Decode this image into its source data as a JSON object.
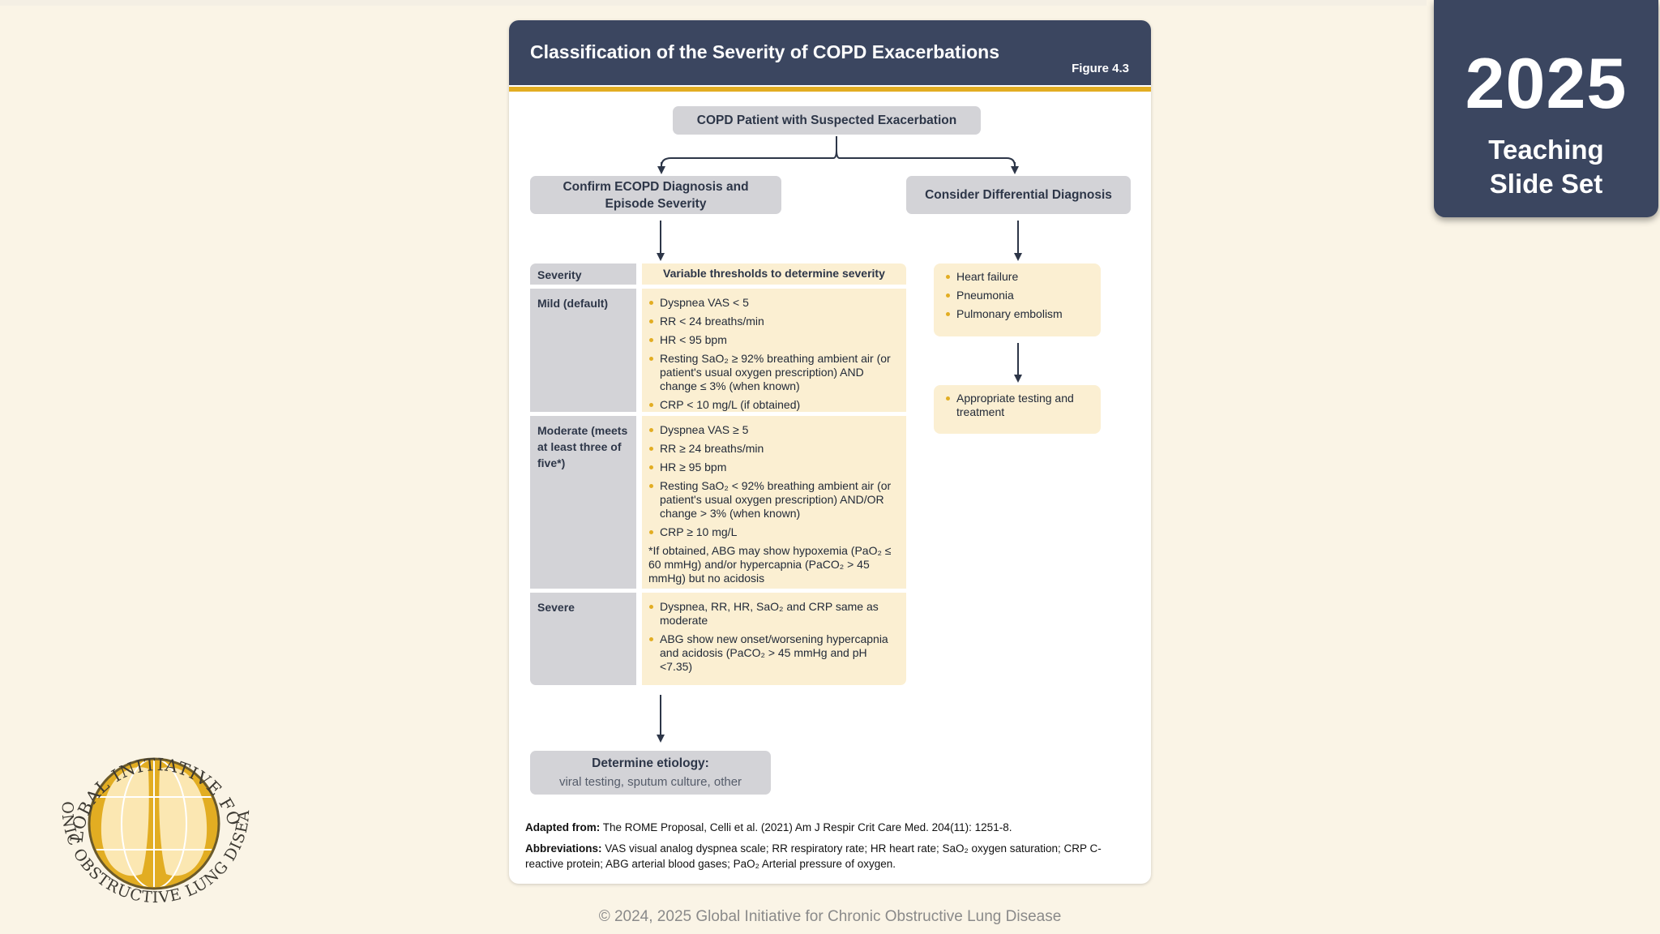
{
  "badge": {
    "year": "2025",
    "line1": "Teaching",
    "line2": "Slide Set"
  },
  "card": {
    "title": "Classification of the Severity of COPD Exacerbations",
    "figure": "Figure 4.3"
  },
  "flow": {
    "top": "COPD Patient with Suspected Exacerbation",
    "left_branch": "Confirm ECOPD Diagnosis and Episode Severity",
    "right_branch": "Consider Differential Diagnosis",
    "etiology_title": "Determine etiology:",
    "etiology_sub": "viral testing, sputum culture, other"
  },
  "table": {
    "header_left": "Severity",
    "header_right": "Variable thresholds to determine severity",
    "mild": {
      "label": "Mild (default)",
      "items": [
        "Dyspnea VAS < 5",
        "RR < 24 breaths/min",
        "HR < 95 bpm",
        "Resting SaO₂ ≥ 92% breathing ambient air (or patient's usual oxygen prescription) AND change ≤ 3% (when known)",
        "CRP < 10 mg/L (if obtained)"
      ]
    },
    "moderate": {
      "label": "Moderate (meets at least three of five*)",
      "items": [
        "Dyspnea VAS ≥ 5",
        "RR ≥ 24 breaths/min",
        "HR ≥ 95 bpm",
        "Resting SaO₂ < 92% breathing ambient air (or patient's usual oxygen prescription) AND/OR change > 3% (when known)",
        "CRP ≥ 10 mg/L"
      ],
      "note": "*If obtained, ABG may show hypoxemia (PaO₂ ≤ 60 mmHg) and/or hypercapnia (PaCO₂ > 45 mmHg) but no acidosis"
    },
    "severe": {
      "label": "Severe",
      "items": [
        "Dyspnea, RR, HR, SaO₂ and CRP same as moderate",
        "ABG show new onset/worsening hypercapnia and acidosis (PaCO₂ > 45 mmHg and pH <7.35)"
      ]
    }
  },
  "differential": {
    "items": [
      "Heart failure",
      "Pneumonia",
      "Pulmonary embolism"
    ],
    "followup": "Appropriate testing and treatment"
  },
  "footer": {
    "adapted_label": "Adapted from:",
    "adapted_text": " The ROME Proposal, Celli et al. (2021) Am J Respir Crit Care Med. 204(11): 1251-8.",
    "abbrev_label": "Abbreviations:",
    "abbrev_text": " VAS visual analog dyspnea scale; RR respiratory rate; HR heart rate; SaO₂ oxygen saturation; CRP C-reactive protein; ABG arterial blood gases; PaO₂ Arterial pressure of oxygen."
  },
  "copyright": "© 2024, 2025 Global Initiative for Chronic Obstructive Lung Disease",
  "logo": {
    "arc_top": "GLOBAL INITIATIVE FOR",
    "arc_bottom": "CHRONIC OBSTRUCTIVE LUNG DISEASE™",
    "colors": {
      "gold": "#e2ad22",
      "outline": "#6b5a2a"
    }
  }
}
